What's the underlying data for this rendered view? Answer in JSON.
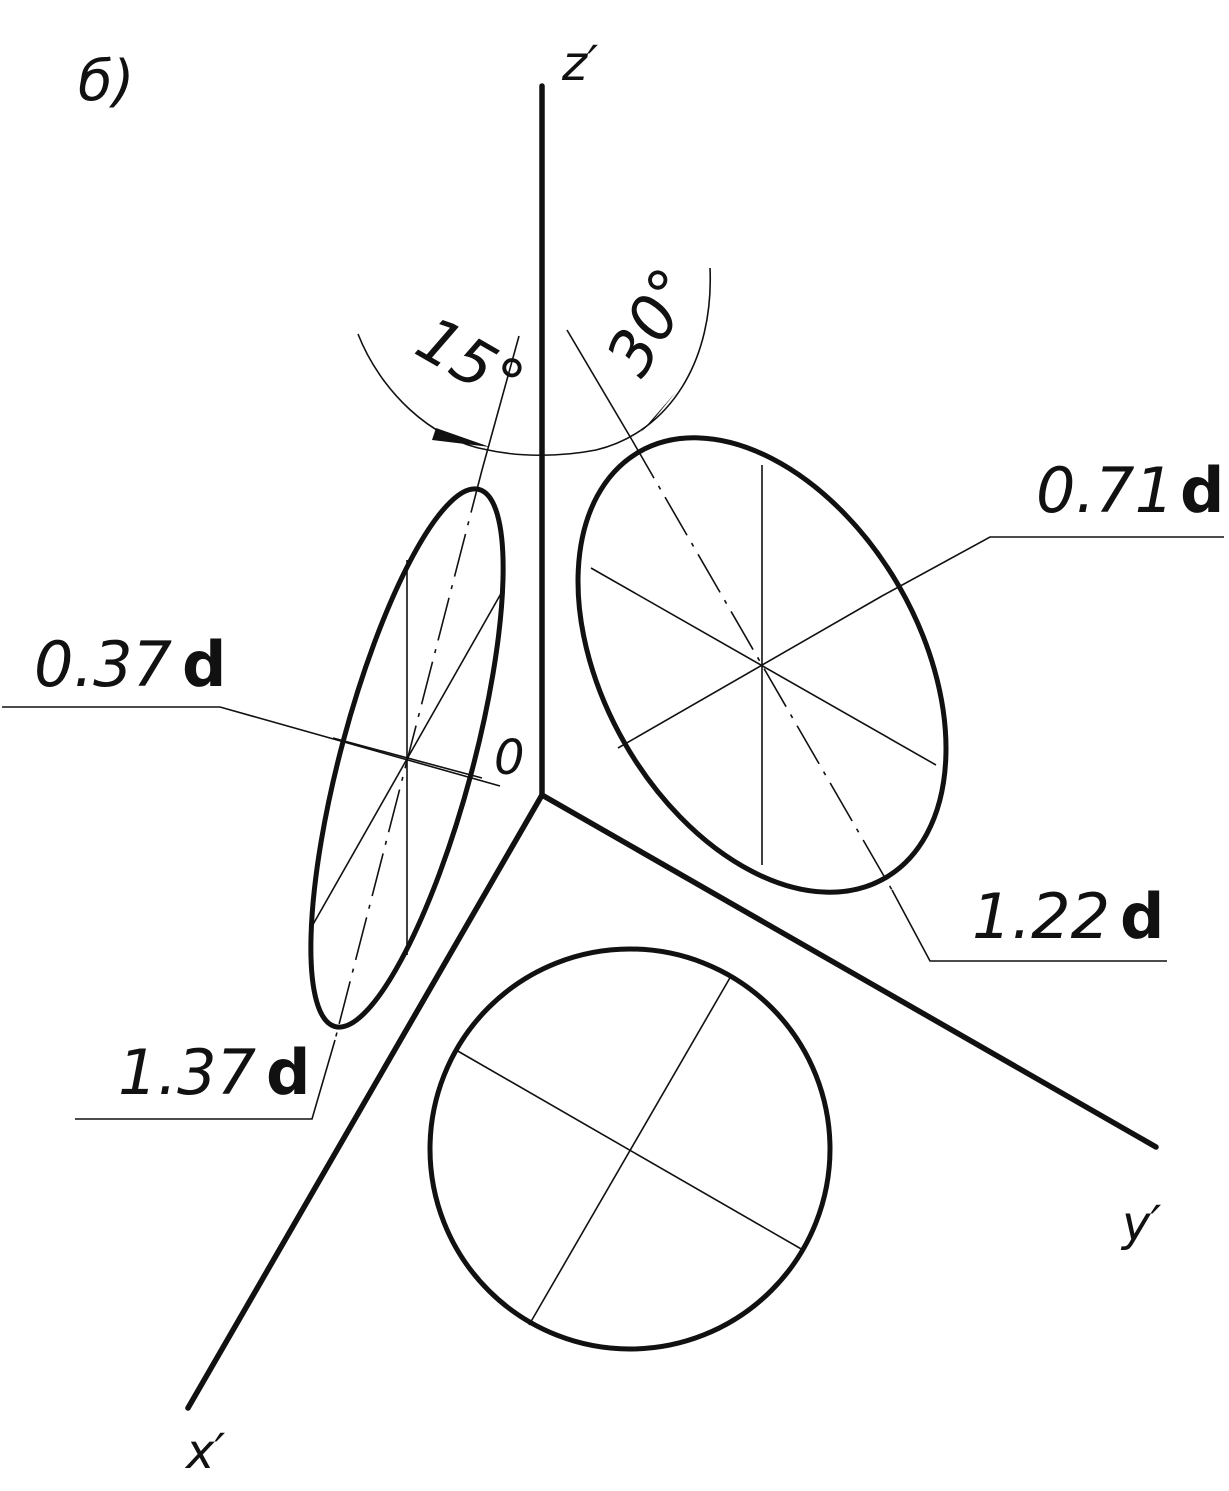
{
  "figure": {
    "label": "б)"
  },
  "axes": {
    "z": "z′",
    "x": "x′",
    "y": "y′",
    "origin": "0"
  },
  "angles": {
    "left": "15°",
    "right": "30°"
  },
  "dimensions": {
    "left_minor": {
      "number": "0.37",
      "unit": "d"
    },
    "left_major": {
      "number": "1.37",
      "unit": "d"
    },
    "right_minor": {
      "number": "0.71",
      "unit": "d"
    },
    "right_major": {
      "number": "1.22",
      "unit": "d"
    }
  }
}
